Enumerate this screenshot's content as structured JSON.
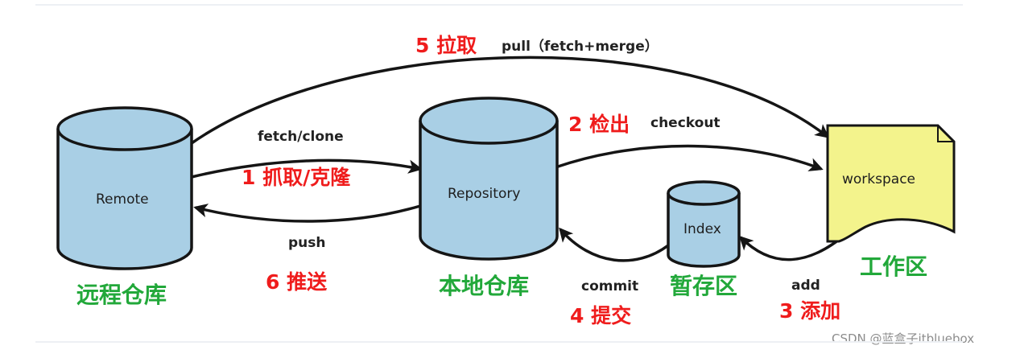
{
  "nodes": {
    "remote": {
      "label": "Remote",
      "caption": "远程仓库"
    },
    "repository": {
      "label": "Repository",
      "caption": "本地仓库"
    },
    "index": {
      "label": "Index",
      "caption": "暂存区"
    },
    "workspace": {
      "label": "workspace",
      "caption": "工作区"
    }
  },
  "edges": {
    "pull": {
      "step": "5 拉取",
      "command": "pull（fetch+merge）"
    },
    "checkout": {
      "step": "2 检出",
      "command": "checkout"
    },
    "fetch": {
      "step": "1 抓取/克隆",
      "command": "fetch/clone"
    },
    "push": {
      "step": "6 推送",
      "command": "push"
    },
    "commit": {
      "step": "4 提交",
      "command": "commit"
    },
    "add": {
      "step": "3 添加",
      "command": "add"
    }
  },
  "watermark": "CSDN @蓝盒子itbluebox",
  "colors": {
    "cylinder_fill": "#a9cfe5",
    "cylinder_stroke": "#151515",
    "workspace_fill": "#f3f38c",
    "step_label": "#ef1c1c",
    "caption": "#22a83a",
    "arrow": "#151515"
  }
}
